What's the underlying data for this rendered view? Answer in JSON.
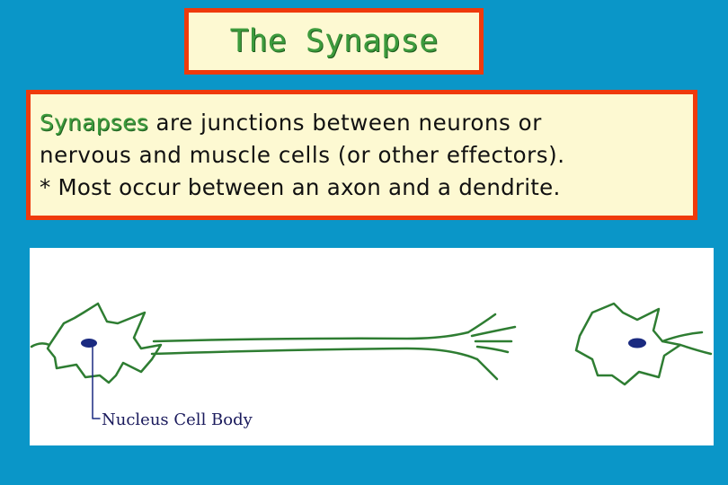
{
  "title": "The Synapse",
  "content": {
    "highlight_word": "Synapses",
    "line1_rest": " are junctions between neurons or",
    "line2": "nervous and muscle cells (or other effectors).",
    "line3": "* Most occur between an axon and a dendrite."
  },
  "diagram": {
    "label": "Nucleus Cell Body"
  },
  "colors": {
    "background": "#0a96c8",
    "box_fill": "#fdf9d2",
    "box_border": "#ef3a0c",
    "title_green": "#3d9b3d",
    "diagram_line": "#2e7d32",
    "nucleus": "#1a2a80"
  }
}
